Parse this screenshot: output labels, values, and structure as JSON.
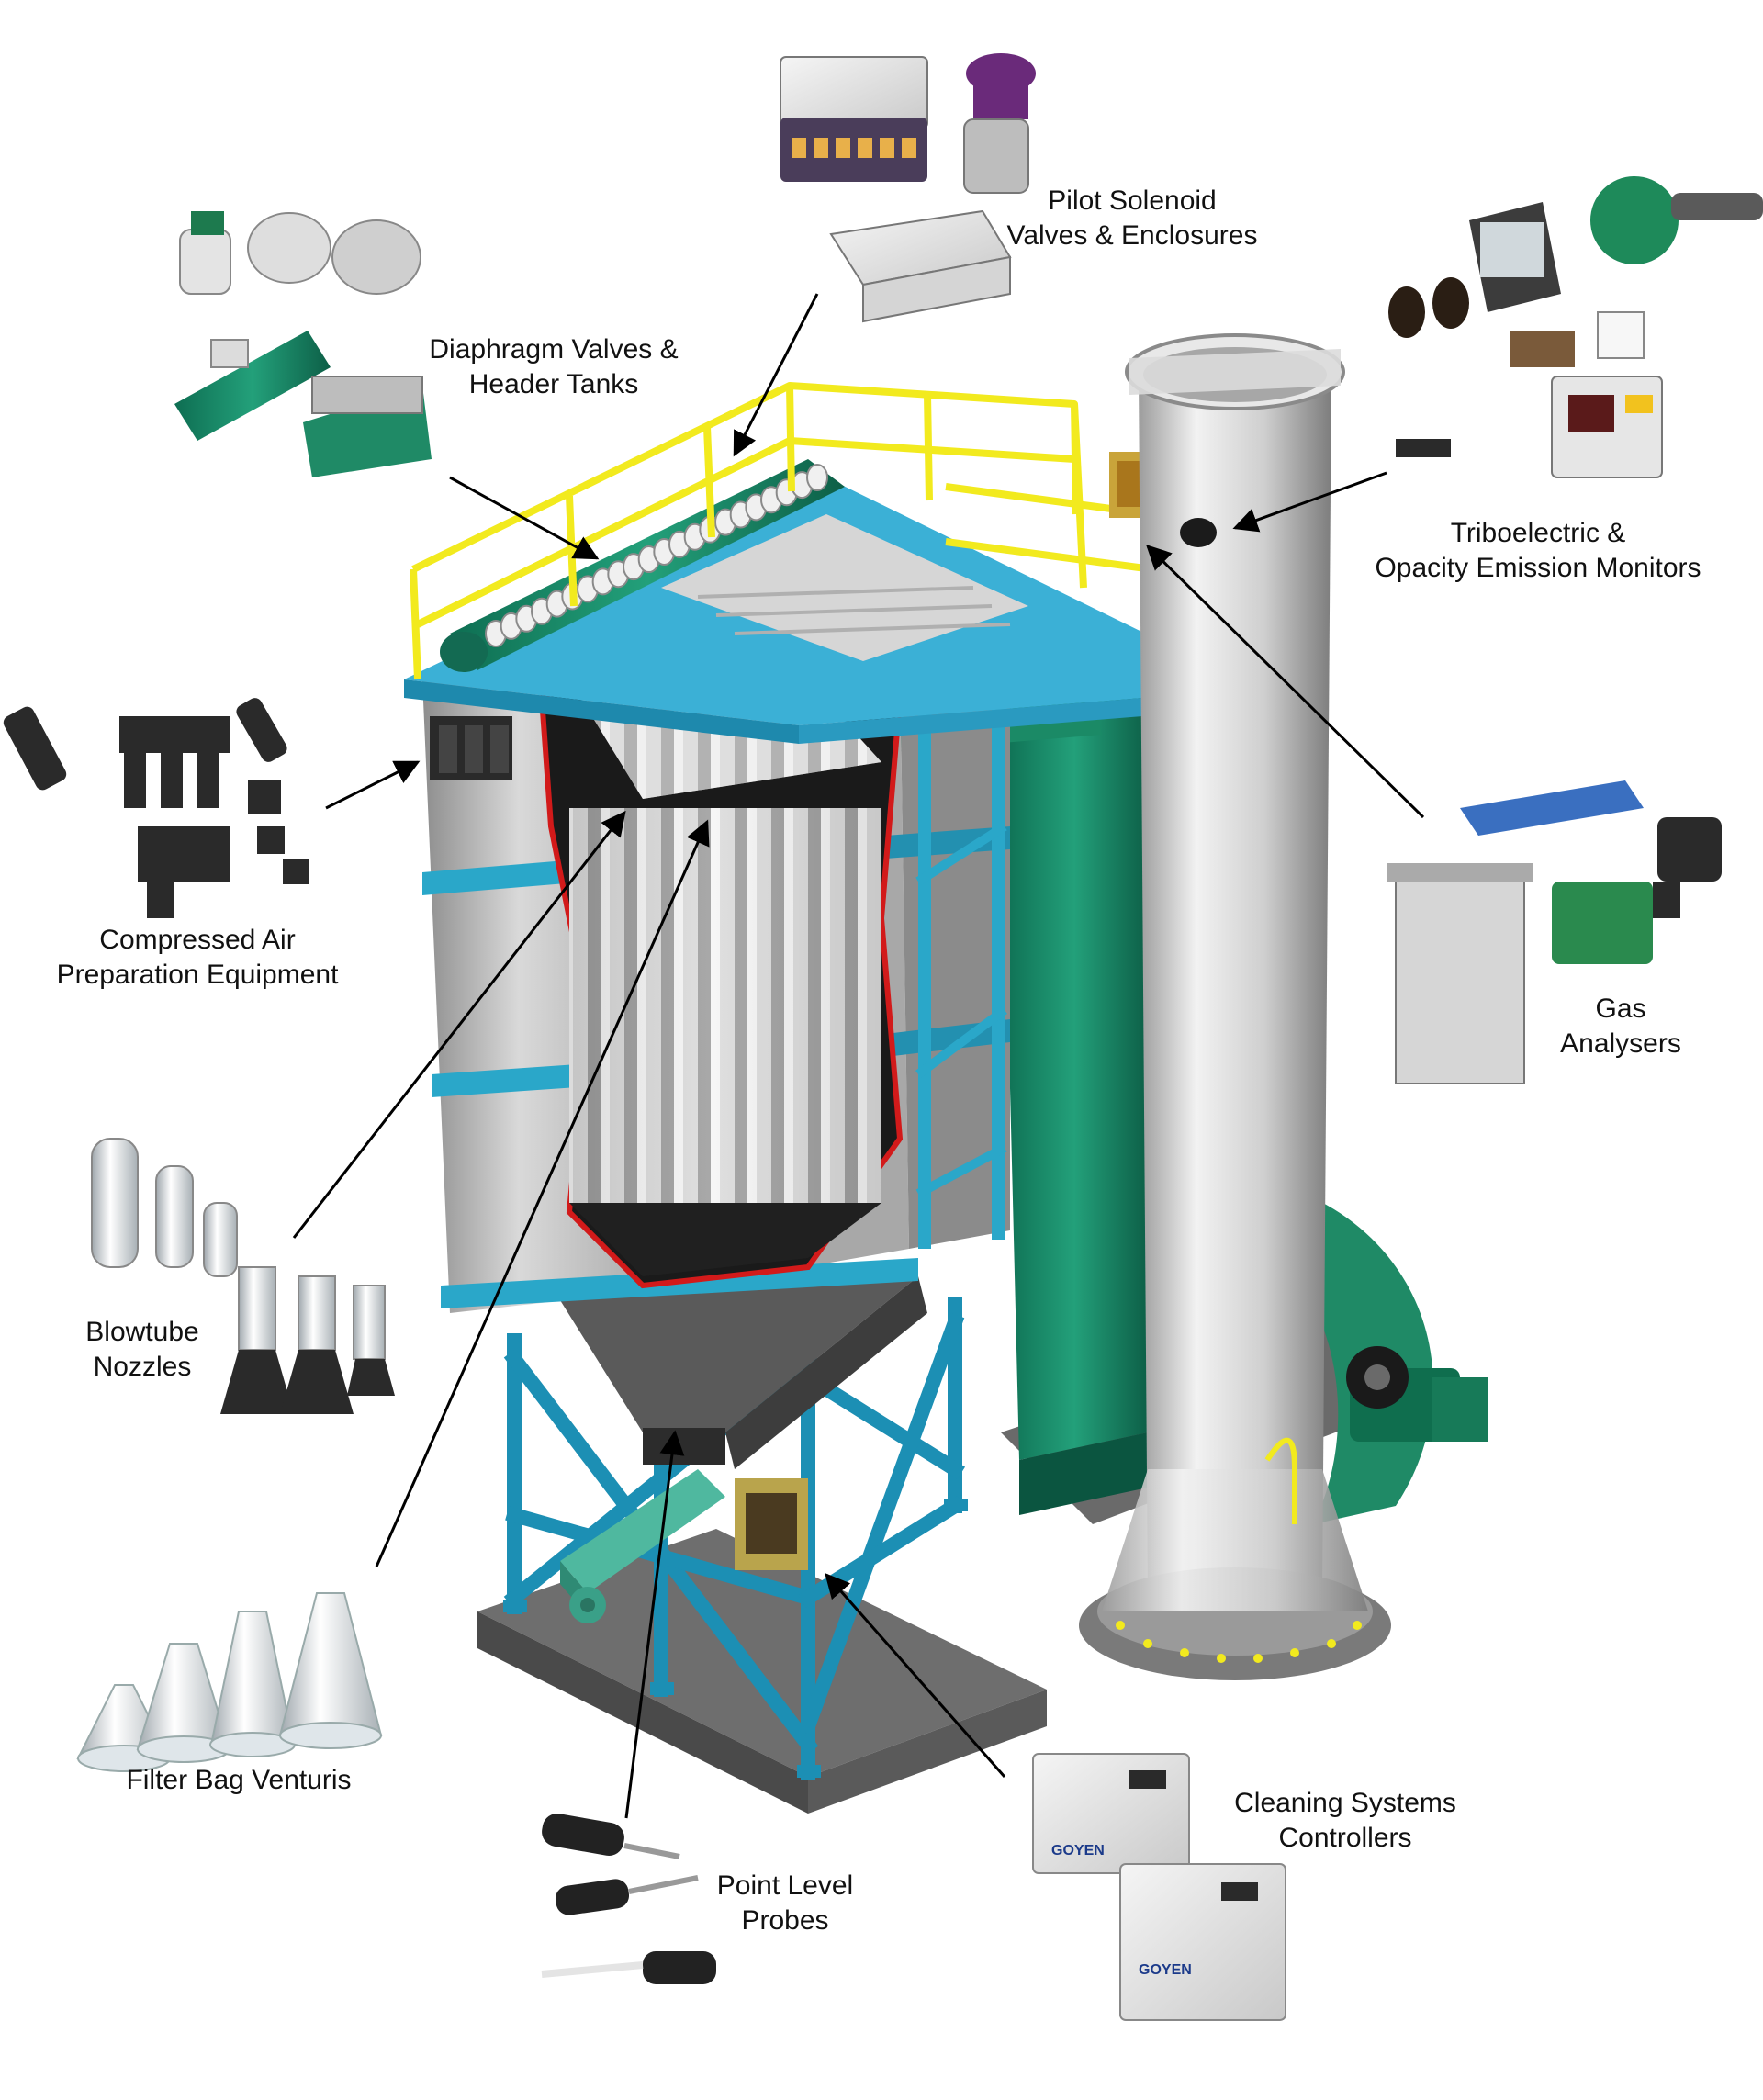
{
  "labels": {
    "pilot_solenoid": [
      "Pilot Solenoid",
      "Valves & Enclosures"
    ],
    "diaphragm": [
      "Diaphragm Valves &",
      "Header Tanks"
    ],
    "tribo": [
      "Triboelectric &",
      "Opacity Emission Monitors"
    ],
    "compressed": [
      "Compressed Air",
      "Preparation Equipment"
    ],
    "gas": [
      "Gas",
      "Analysers"
    ],
    "blowtube": [
      "Blowtube",
      "Nozzles"
    ],
    "venturis": [
      "Filter Bag Venturis"
    ],
    "controllers": [
      "Cleaning Systems",
      "Controllers"
    ],
    "probes": [
      "Point Level",
      "Probes"
    ]
  },
  "brand_text": "GOYEN",
  "colors": {
    "structure_blue": "#2aa7c9",
    "platform_blue": "#3bb0d6",
    "header_green": "#1f8f6a",
    "stack_green": "#127a5e",
    "railing_yellow": "#f2ea1e",
    "cutaway_red": "#d21a1a",
    "housing_grey": "#b8b8b8",
    "stack_grey": "#c9c9c9",
    "hopper_dark": "#2a2a2a"
  }
}
